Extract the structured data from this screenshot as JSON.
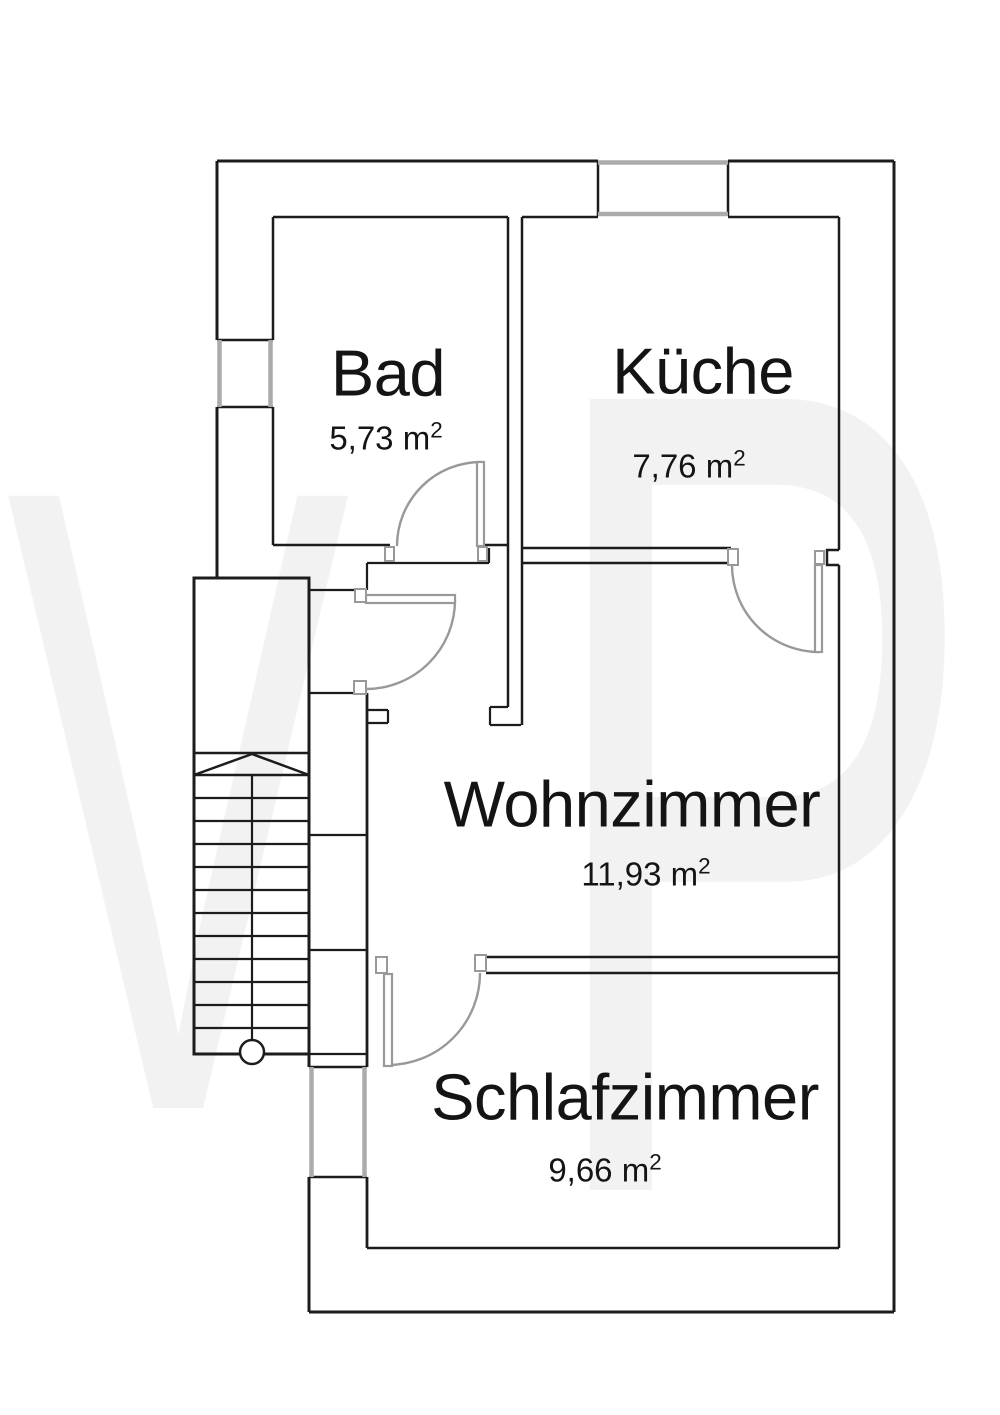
{
  "palette": {
    "wall": "#1c1c1c",
    "door": "#999999",
    "window": "#ababab",
    "text": "#141414",
    "watermark": "#f2f2f2",
    "background": "#ffffff"
  },
  "watermark": {
    "letters": [
      "V",
      "P"
    ]
  },
  "rooms": [
    {
      "name": "Bad",
      "area": "5,73 m",
      "area_sup": "2"
    },
    {
      "name": "Küche",
      "area": "7,76 m",
      "area_sup": "2"
    },
    {
      "name": "Wohnzimmer",
      "area": "11,93 m",
      "area_sup": "2"
    },
    {
      "name": "Schlafzimmer",
      "area": "9,66 m",
      "area_sup": "2"
    }
  ]
}
